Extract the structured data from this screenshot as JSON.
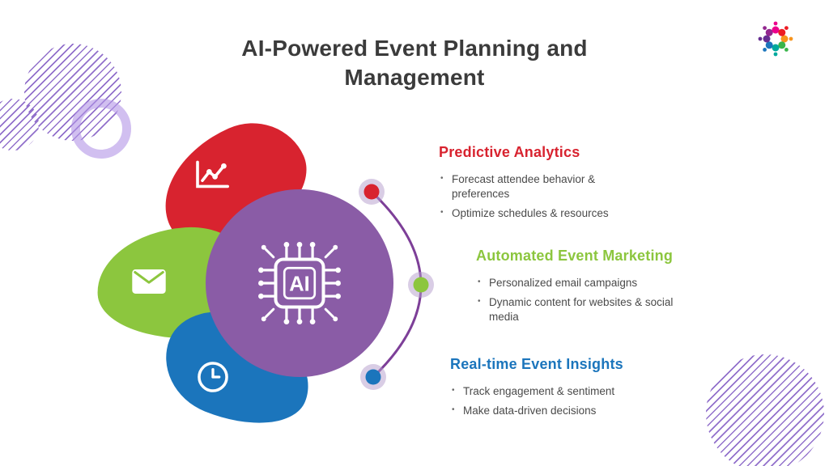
{
  "page": {
    "title_line1": "AI-Powered Event Planning and",
    "title_line2": "Management"
  },
  "center": {
    "label": "AI"
  },
  "sections": [
    {
      "heading": "Predictive Analytics",
      "color": "#d8232f",
      "bullets": [
        "Forecast attendee behavior & preferences",
        "Optimize schedules & resources"
      ]
    },
    {
      "heading": "Automated Event Marketing",
      "color": "#8cc63e",
      "bullets": [
        "Personalized email campaigns",
        "Dynamic content for websites & social media"
      ]
    },
    {
      "heading": "Real-time Event Insights",
      "color": "#1b75bc",
      "bullets": [
        "Track engagement & sentiment",
        "Make data-driven decisions"
      ]
    }
  ],
  "icons": {
    "petals": [
      "analytics-chart-icon",
      "email-icon",
      "clock-icon"
    ],
    "center": "ai-chip-icon",
    "logo": "community-logo"
  },
  "colors": {
    "red": "#d8232f",
    "green": "#8cc63e",
    "blue": "#1b75bc",
    "purple_circle": "#8a5ca6",
    "arc": "#7d3f98",
    "title_text": "#3b3b3b",
    "decor_purple": "#7e57c2"
  }
}
